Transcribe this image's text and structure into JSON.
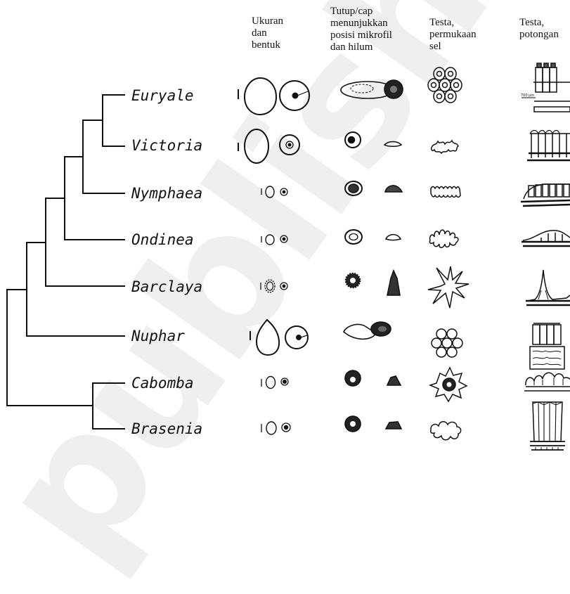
{
  "columns": {
    "size": "Ukuran\ndan\nbentuk",
    "cap": "Tutup/cap\nmenunjukkan\nposisi  mikrofil\ndan hilum",
    "surface": "Testa,\npermukaan\nsel",
    "section": "Testa,\npotongan"
  },
  "taxa": [
    "Euryale",
    "Victoria",
    "Nymphaea",
    "Ondinea",
    "Barclaya",
    "Nuphar",
    "Cabomba",
    "Brasenia"
  ],
  "watermark": "publish",
  "scale_label": "700 µm"
}
